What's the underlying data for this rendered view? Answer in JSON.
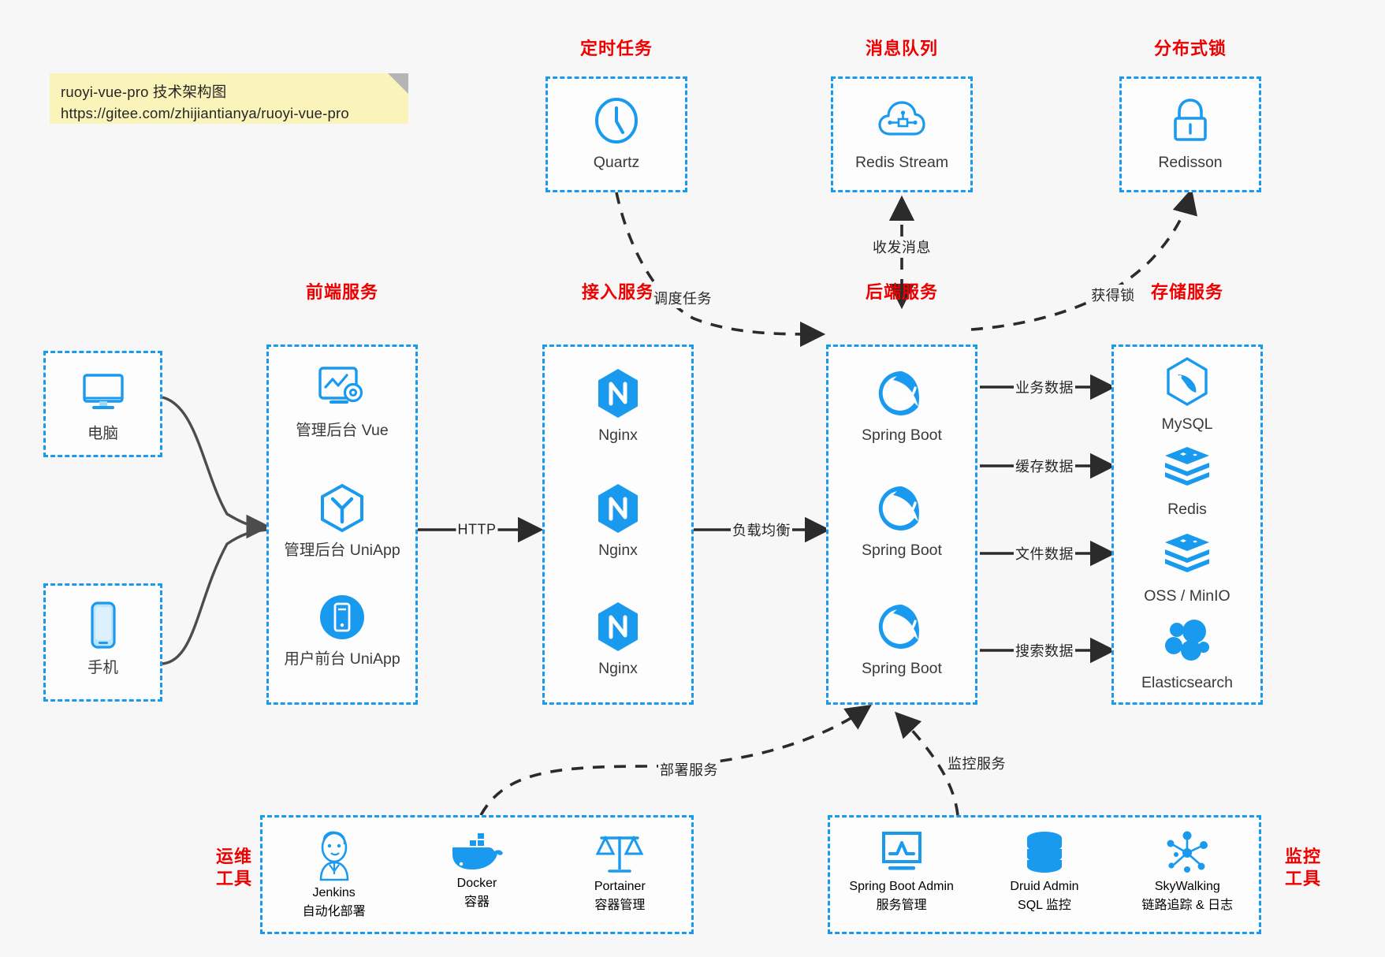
{
  "note": {
    "title": "ruoyi-vue-pro 技术架构图",
    "url": "https://gitee.com/zhijiantianya/ruoyi-vue-pro"
  },
  "colors": {
    "group_border": "#1a9aef",
    "group_title": "#ef0000",
    "icon_blue": "#1a9aef",
    "edge": "#3a3a3a",
    "background": "#f7f7f7",
    "note_bg": "#fbf4ba"
  },
  "groups": {
    "scheduler": {
      "title": "定时任务",
      "nodes": [
        {
          "name": "Quartz",
          "icon": "clock-icon"
        }
      ]
    },
    "message_queue": {
      "title": "消息队列",
      "nodes": [
        {
          "name": "Redis Stream",
          "icon": "cloud-stream-icon"
        }
      ]
    },
    "distributed_lock": {
      "title": "分布式锁",
      "nodes": [
        {
          "name": "Redisson",
          "icon": "lock-icon"
        }
      ]
    },
    "clients": {
      "nodes": [
        {
          "name": "电脑",
          "icon": "desktop-icon"
        },
        {
          "name": "手机",
          "icon": "mobile-icon"
        }
      ]
    },
    "frontend": {
      "title": "前端服务",
      "nodes": [
        {
          "name": "管理后台 Vue",
          "icon": "dashboard-gear-icon"
        },
        {
          "name": "管理后台 UniApp",
          "icon": "hexagon-y-icon"
        },
        {
          "name": "用户前台 UniApp",
          "icon": "mobile-round-icon"
        }
      ]
    },
    "gateway": {
      "title": "接入服务",
      "nodes": [
        {
          "name": "Nginx",
          "icon": "nginx-icon"
        },
        {
          "name": "Nginx",
          "icon": "nginx-icon"
        },
        {
          "name": "Nginx",
          "icon": "nginx-icon"
        }
      ]
    },
    "backend": {
      "title": "后端服务",
      "nodes": [
        {
          "name": "Spring Boot",
          "icon": "spring-icon"
        },
        {
          "name": "Spring Boot",
          "icon": "spring-icon"
        },
        {
          "name": "Spring Boot",
          "icon": "spring-icon"
        }
      ]
    },
    "storage": {
      "title": "存储服务",
      "nodes": [
        {
          "name": "MySQL",
          "icon": "mysql-icon"
        },
        {
          "name": "Redis",
          "icon": "redis-icon"
        },
        {
          "name": "OSS / MinIO",
          "icon": "oss-icon"
        },
        {
          "name": "Elasticsearch",
          "icon": "elasticsearch-icon"
        }
      ]
    },
    "devops": {
      "title_line1": "运维",
      "title_line2": "工具",
      "nodes": [
        {
          "name": "Jenkins",
          "desc": "自动化部署",
          "icon": "jenkins-icon"
        },
        {
          "name": "Docker",
          "desc": "容器",
          "icon": "docker-icon"
        },
        {
          "name": "Portainer",
          "desc": "容器管理",
          "icon": "scales-icon"
        }
      ]
    },
    "monitoring": {
      "title_line1": "监控",
      "title_line2": "工具",
      "nodes": [
        {
          "name": "Spring Boot Admin",
          "desc": "服务管理",
          "icon": "monitor-chart-icon"
        },
        {
          "name": "Druid Admin",
          "desc": "SQL 监控",
          "icon": "database-icon"
        },
        {
          "name": "SkyWalking",
          "desc": "链路追踪 & 日志",
          "icon": "skywalking-icon"
        }
      ]
    }
  },
  "edges": [
    {
      "label": "调度任务",
      "from": "scheduler",
      "to": "backend",
      "style": "dashed"
    },
    {
      "label": "收发消息",
      "from": "backend",
      "to": "message_queue",
      "style": "dashed-bidirectional"
    },
    {
      "label": "获得锁",
      "from": "backend",
      "to": "distributed_lock",
      "style": "dashed"
    },
    {
      "label": "HTTP",
      "from": "frontend",
      "to": "gateway",
      "style": "solid"
    },
    {
      "label": "负载均衡",
      "from": "gateway",
      "to": "backend",
      "style": "solid"
    },
    {
      "label": "业务数据",
      "from": "backend",
      "to": "MySQL",
      "style": "solid"
    },
    {
      "label": "缓存数据",
      "from": "backend",
      "to": "Redis",
      "style": "solid"
    },
    {
      "label": "文件数据",
      "from": "backend",
      "to": "OSS / MinIO",
      "style": "solid"
    },
    {
      "label": "搜索数据",
      "from": "backend",
      "to": "Elasticsearch",
      "style": "solid"
    },
    {
      "label": "部署服务",
      "from": "devops",
      "to": "backend",
      "style": "dashed"
    },
    {
      "label": "监控服务",
      "from": "monitoring",
      "to": "backend",
      "style": "dashed"
    }
  ]
}
